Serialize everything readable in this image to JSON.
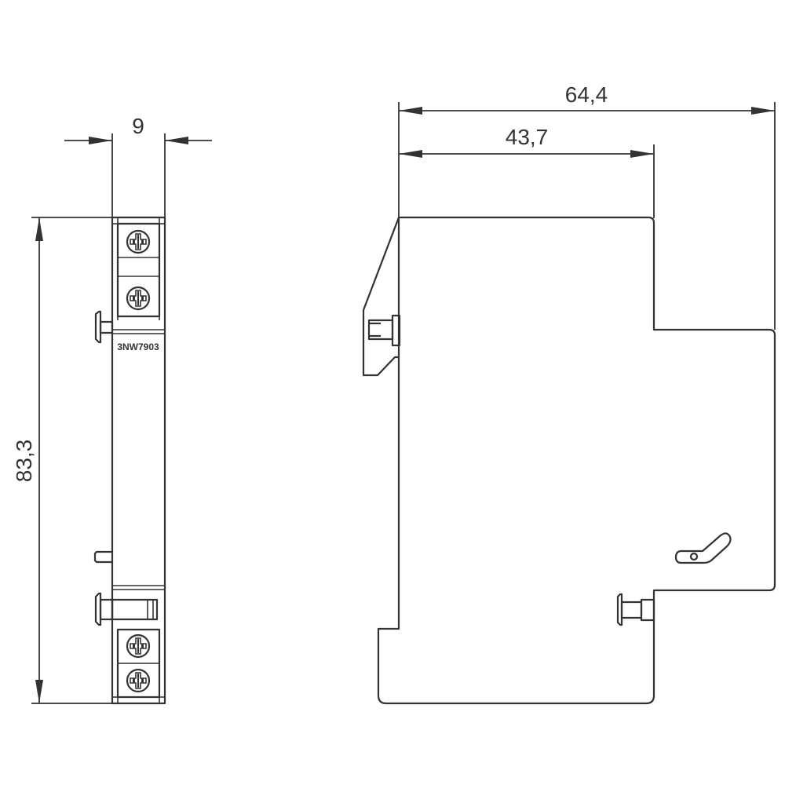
{
  "drawing": {
    "type": "technical dimension drawing",
    "views": [
      "front view",
      "side view"
    ],
    "units": "mm",
    "line_color": "#333333",
    "background": "#ffffff"
  },
  "front_view": {
    "width_dim": "9",
    "height_dim": "83,3",
    "part_label": "3NW7903"
  },
  "side_view": {
    "overall_depth_dim": "64,4",
    "step_depth_dim": "43,7"
  }
}
